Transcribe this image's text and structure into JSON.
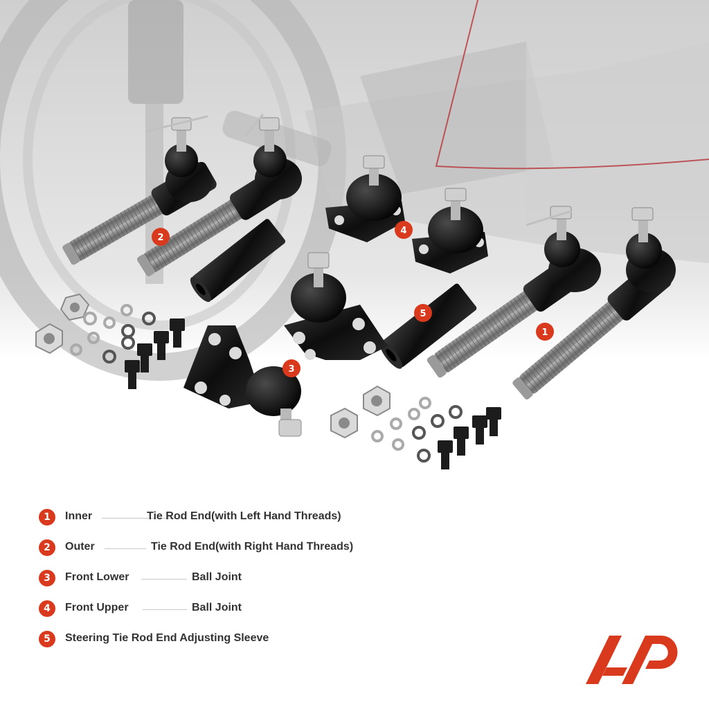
{
  "colors": {
    "accent": "#d9391c",
    "part": "#151515",
    "thread": "#8a8a8a",
    "background_photo": "#cfcfcf"
  },
  "callouts": [
    "1",
    "2",
    "3",
    "4",
    "5"
  ],
  "legend": [
    {
      "num": "1",
      "part": "Inner",
      "desc": "Tie Rod End(with Left Hand Threads)"
    },
    {
      "num": "2",
      "part": "Outer",
      "desc": "Tie Rod End(with Right Hand Threads)"
    },
    {
      "num": "3",
      "part": "Front Lower",
      "desc": "Ball Joint"
    },
    {
      "num": "4",
      "part": "Front Upper",
      "desc": "Ball Joint"
    },
    {
      "num": "5",
      "part": "Steering Tie Rod End Adjusting Sleeve",
      "desc": ""
    }
  ],
  "brand": {
    "logo_icon": "a-premium-logo-icon",
    "logo_text": "AP"
  }
}
